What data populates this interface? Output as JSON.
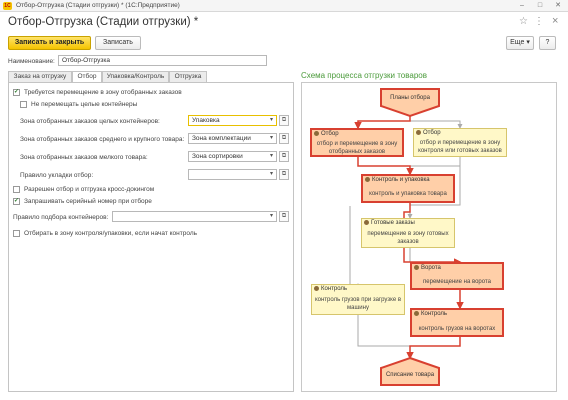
{
  "window": {
    "title": "Отбор-Отгрузка (Стадии отгрузки) * (1С:Предприятие)",
    "logo": "1С",
    "minimize": "–",
    "maximize": "□",
    "close": "✕"
  },
  "form": {
    "title": "Отбор-Отгрузка (Стадии отгрузки) *"
  },
  "toolbar": {
    "save_close_label": "Записать и закрыть",
    "save_label": "Записать",
    "more_label": "Еще ▾",
    "help_label": "?"
  },
  "name_field": {
    "label": "Наименование:",
    "value": "Отбор-Отгрузка"
  },
  "tabs": [
    {
      "label": "Заказ на отгрузку",
      "active": false
    },
    {
      "label": "Отбор",
      "active": true
    },
    {
      "label": "Упаковка/Контроль",
      "active": false
    },
    {
      "label": "Отгрузка",
      "active": false
    }
  ],
  "settings": {
    "require_move": {
      "label": "Требуется перемещение в зону отобранных заказов",
      "checked": true
    },
    "no_move_containers": {
      "label": "Не перемещать целые контейнеры",
      "checked": false
    },
    "zone_whole": {
      "label": "Зона отобранных заказов целых контейнеров:",
      "value": "Упаковка"
    },
    "zone_medium": {
      "label": "Зона отобранных заказов среднего и крупного товара:",
      "value": "Зона комплектации"
    },
    "zone_small": {
      "label": "Зона отобранных заказов мелкого товара:",
      "value": "Зона сортировки"
    },
    "stacking_rule": {
      "label": "Правило укладки отбор:",
      "value": ""
    },
    "crossdock": {
      "label": "Разрешен отбор и отгрузка кросс-докингом",
      "checked": false
    },
    "serial_request": {
      "label": "Запрашивать серийный номер при отборе",
      "checked": true
    },
    "container_rule": {
      "label": "Правило подбора контейнеров:",
      "value": ""
    },
    "control_zone": {
      "label": "Отбирать в зону контроля/упаковки, если начат контроль",
      "checked": false
    }
  },
  "scheme": {
    "title": "Схема процесса отгрузки товаров",
    "start": "Планы отбора",
    "end": "Списание товара",
    "nodes": {
      "pick_move": {
        "head": "Отбор",
        "text": "отбор и перемещение в зону отобранных заказов",
        "active": true
      },
      "pick": {
        "head": "Отбор",
        "text": "отбор и перемещение в зону контроля или готовых заказов",
        "active": false
      },
      "control_pack": {
        "head": "Контроль и упаковка",
        "text": "контроль и упаковка товара",
        "active": true
      },
      "ready": {
        "head": "Готовые заказы",
        "text": "перемещение в зону готовых заказов",
        "active": false
      },
      "gate": {
        "head": "Ворота",
        "text": "перемещение на ворота",
        "active": true
      },
      "control_load": {
        "head": "Контроль",
        "text": "контроль грузов при загрузке в машину",
        "active": false
      },
      "control_gate": {
        "head": "Контроль",
        "text": "контроль грузов на воротах",
        "active": true
      }
    }
  },
  "colors": {
    "accent_yellow": "#f5c400",
    "active_fill": "#ffcfa8",
    "active_border": "#d84030",
    "inactive_fill": "#fff8c8",
    "scheme_title": "#4a9a3a"
  }
}
